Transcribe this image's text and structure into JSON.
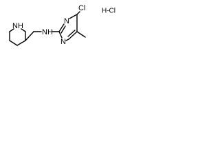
{
  "figure": {
    "type": "chemical-structure",
    "atoms": {
      "piperidine_nh": "NH",
      "amine_nh": "NH",
      "ring_n_top": "N",
      "ring_n_bottom": "N",
      "chlorine": "Cl",
      "salt": "H-Cl"
    }
  }
}
